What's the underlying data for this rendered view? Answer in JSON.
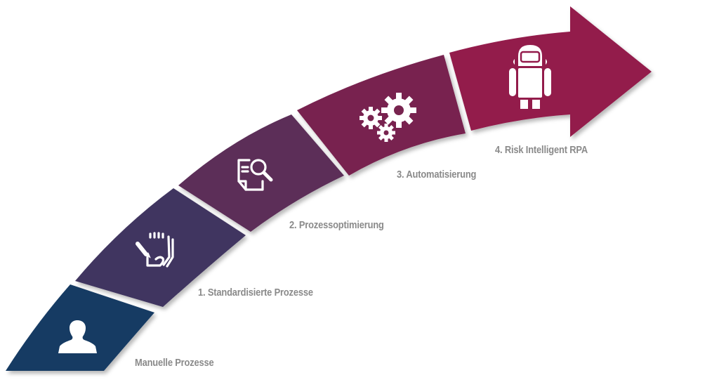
{
  "title": "RPA Reifegrad-Pfeil",
  "steps": [
    {
      "label": "Manuelle Prozesse",
      "icon": "person-icon",
      "color": "#153a64"
    },
    {
      "label": "1. Standardisierte Prozesse",
      "icon": "hand-pencil-icon",
      "color": "#413660"
    },
    {
      "label": "2. Prozessoptimierung",
      "icon": "document-search-icon",
      "color": "#5c2d58"
    },
    {
      "label": "3. Automatisierung",
      "icon": "gears-icon",
      "color": "#78244f"
    },
    {
      "label": "4. Risk Intelligent RPA",
      "icon": "robot-icon",
      "color": "#931a4b"
    }
  ],
  "label_color": "#8a8a8a",
  "icon_color": "#ffffff"
}
